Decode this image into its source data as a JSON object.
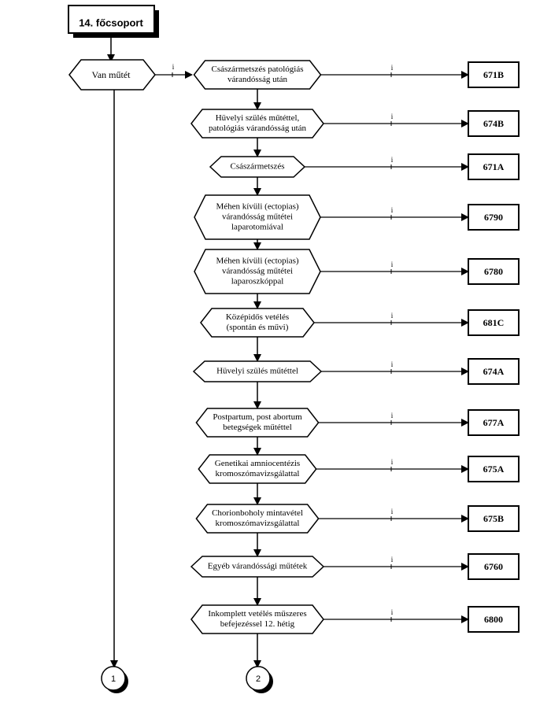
{
  "diagram": {
    "title": "14. főcsoport",
    "decision": "Van műtét",
    "edge_label": "i",
    "steps": [
      {
        "lines": [
          "Császármetszés patológiás",
          "várandósság után"
        ],
        "code": "671B"
      },
      {
        "lines": [
          "Hüvelyi szülés műtéttel,",
          "patológiás várandósság után"
        ],
        "code": "674B"
      },
      {
        "lines": [
          "Császármetszés"
        ],
        "code": "671A"
      },
      {
        "lines": [
          "Méhen kívüli (ectopias)",
          "várandósság műtétei",
          "laparotomiával"
        ],
        "code": "6790"
      },
      {
        "lines": [
          "Méhen kívüli (ectopias)",
          "várandósság műtétei",
          "laparoszkóppal"
        ],
        "code": "6780"
      },
      {
        "lines": [
          "Középidős vetélés",
          "(spontán és művi)"
        ],
        "code": "681C"
      },
      {
        "lines": [
          "Hüvelyi szülés műtéttel"
        ],
        "code": "674A"
      },
      {
        "lines": [
          "Postpartum, post abortum",
          "betegségek műtéttel"
        ],
        "code": "677A"
      },
      {
        "lines": [
          "Genetikai amniocentézis",
          "kromoszómavizsgálattal"
        ],
        "code": "675A"
      },
      {
        "lines": [
          "Chorionboholy mintavétel",
          "kromoszómavizsgálattal"
        ],
        "code": "675B"
      },
      {
        "lines": [
          "Egyéb várandóssági műtétek"
        ],
        "code": "6760"
      },
      {
        "lines": [
          "Inkomplett vetélés műszeres",
          "befejezéssel 12. hétig"
        ],
        "code": "6800"
      }
    ],
    "connectors": [
      "1",
      "2"
    ]
  }
}
